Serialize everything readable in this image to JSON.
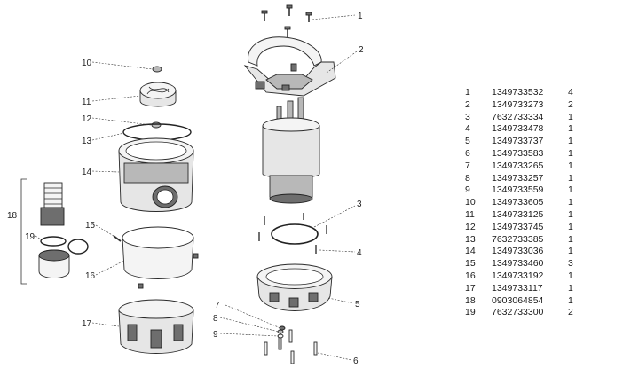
{
  "callouts": [
    "1",
    "2",
    "3",
    "4",
    "5",
    "6",
    "7",
    "8",
    "9",
    "10",
    "11",
    "12",
    "13",
    "14",
    "15",
    "16",
    "17",
    "18",
    "19"
  ],
  "parts": [
    {
      "no": "1",
      "part_number": "1349733532",
      "qty": "4"
    },
    {
      "no": "2",
      "part_number": "1349733273",
      "qty": "2"
    },
    {
      "no": "3",
      "part_number": "7632733334",
      "qty": "1"
    },
    {
      "no": "4",
      "part_number": "1349733478",
      "qty": "1"
    },
    {
      "no": "5",
      "part_number": "1349733737",
      "qty": "1"
    },
    {
      "no": "6",
      "part_number": "1349733583",
      "qty": "1"
    },
    {
      "no": "7",
      "part_number": "1349733265",
      "qty": "1"
    },
    {
      "no": "8",
      "part_number": "1349733257",
      "qty": "1"
    },
    {
      "no": "9",
      "part_number": "1349733559",
      "qty": "1"
    },
    {
      "no": "10",
      "part_number": "1349733605",
      "qty": "1"
    },
    {
      "no": "11",
      "part_number": "1349733125",
      "qty": "1"
    },
    {
      "no": "12",
      "part_number": "1349733745",
      "qty": "1"
    },
    {
      "no": "13",
      "part_number": "7632733385",
      "qty": "1"
    },
    {
      "no": "14",
      "part_number": "1349733036",
      "qty": "1"
    },
    {
      "no": "15",
      "part_number": "1349733460",
      "qty": "3"
    },
    {
      "no": "16",
      "part_number": "1349733192",
      "qty": "1"
    },
    {
      "no": "17",
      "part_number": "1349733117",
      "qty": "1"
    },
    {
      "no": "18",
      "part_number": "0903064854",
      "qty": "1"
    },
    {
      "no": "19",
      "part_number": "7632733300",
      "qty": "2"
    }
  ]
}
